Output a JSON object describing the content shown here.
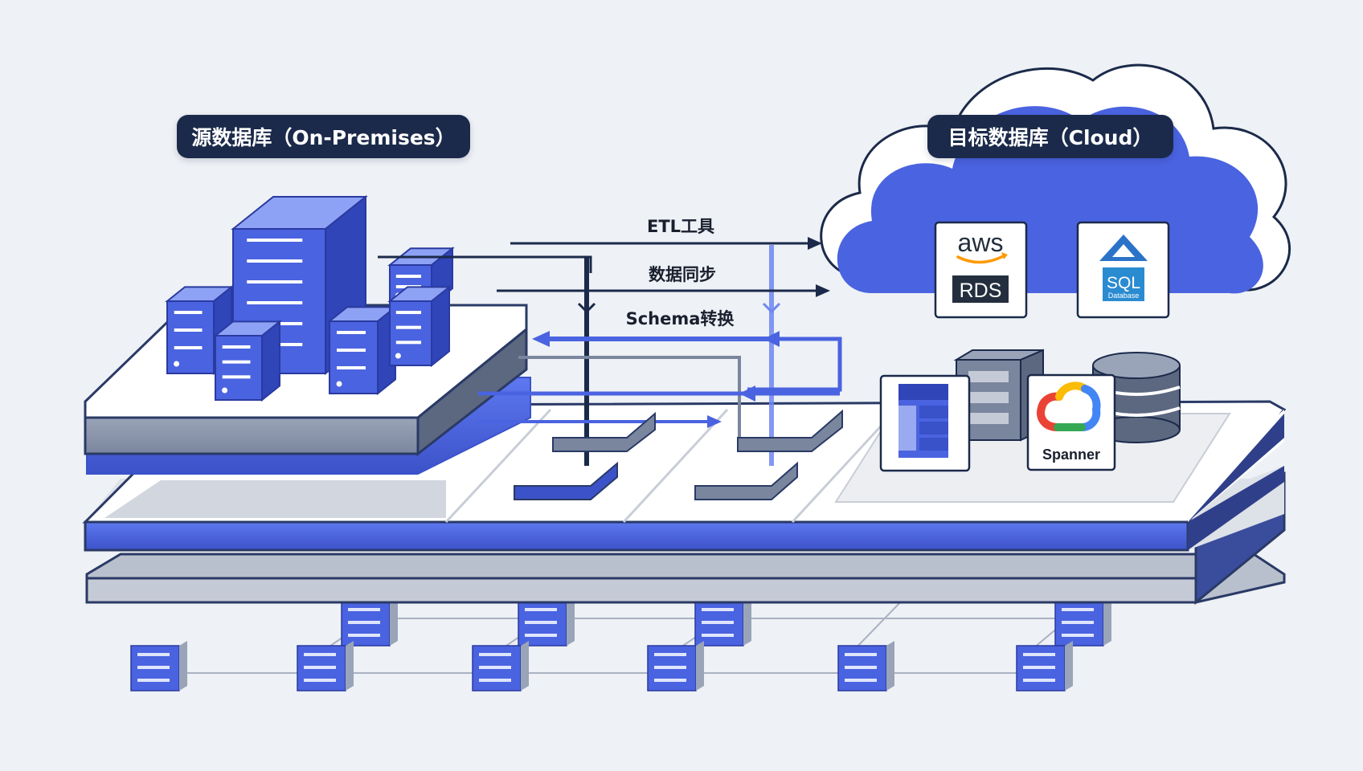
{
  "source": {
    "title": "源数据库（On-Premises）"
  },
  "target": {
    "title": "目标数据库（Cloud）"
  },
  "flows": [
    {
      "label": "ETL工具"
    },
    {
      "label": "数据同步"
    },
    {
      "label": "Schema转换"
    }
  ],
  "cloud_services": {
    "aws_logo": "aws",
    "aws_product": "RDS",
    "azure_sql": "SQL",
    "azure_sql_sub": "Database",
    "google_product": "Spanner"
  },
  "colors": {
    "primary_blue": "#4a63e0",
    "navy": "#1b2a4a",
    "slate": "#7a869e",
    "background": "#eef1f5"
  },
  "icons": [
    "server-icon",
    "cloud-icon",
    "database-icon",
    "google-cloud-icon",
    "aws-logo",
    "azure-sql-icon"
  ]
}
